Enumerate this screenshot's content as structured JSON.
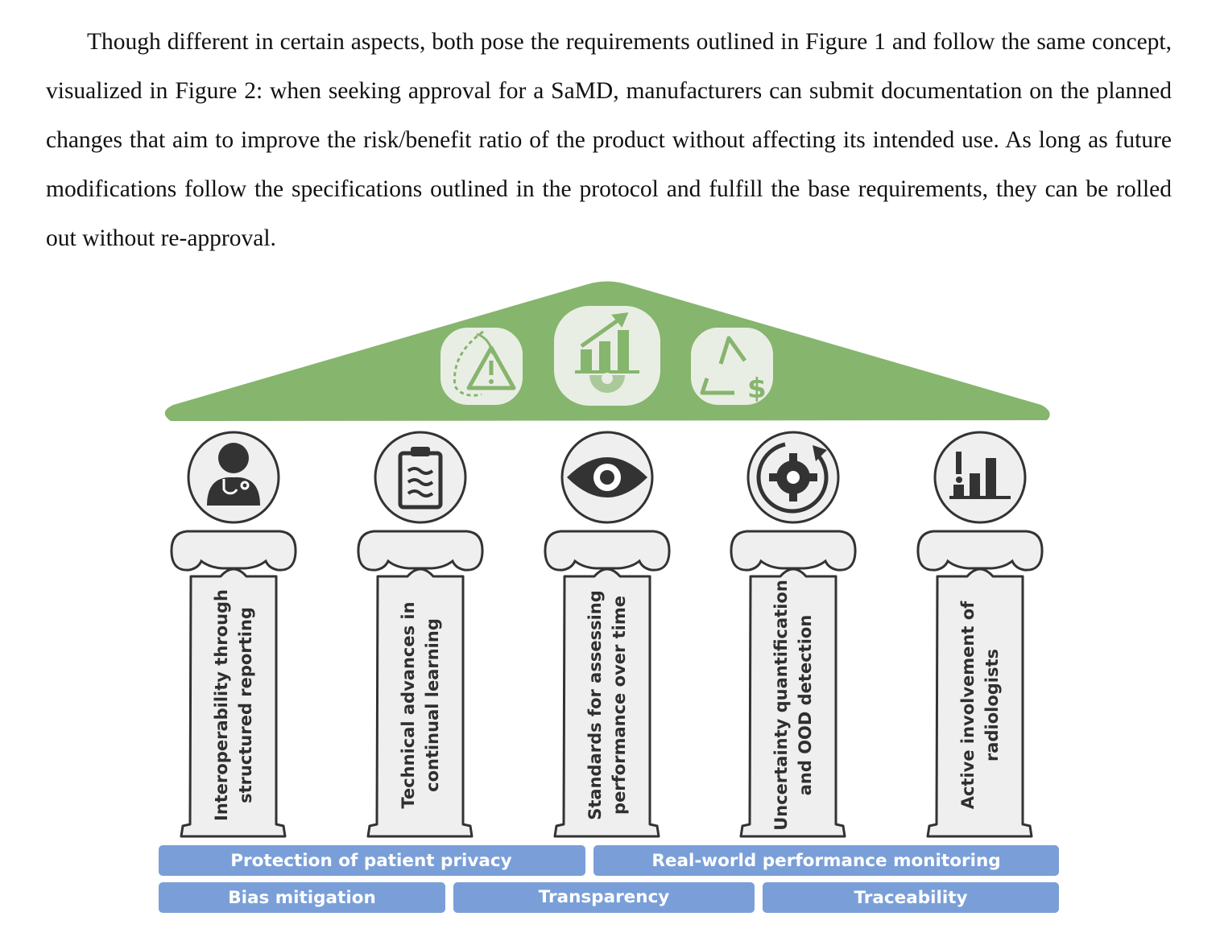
{
  "paragraph": {
    "text": "Though different in certain aspects, both pose the requirements outlined in Figure 1 and follow the same concept, visualized in Figure 2: when seeking approval for a SaMD, manufacturers can submit documentation on the planned changes that aim to improve the risk/benefit ratio of the product without affecting its intended use. As long as future modifications follow the specifications outlined in the protocol and fulfill the base requirements, they can be rolled out without re-approval."
  },
  "figure": {
    "roof_icons": [
      "risk-warning-icon",
      "performance-growth-icon",
      "cost-cycle-icon"
    ],
    "pillars": [
      {
        "line1": "Interoperability through",
        "line2": "structured reporting",
        "icon": "doctor-icon"
      },
      {
        "line1": "Technical advances in",
        "line2": "continual learning",
        "icon": "clipboard-icon"
      },
      {
        "line1": "Standards for assessing",
        "line2": "performance over time",
        "icon": "eye-icon"
      },
      {
        "line1": "Uncertainty quantification",
        "line2": "and OOD detection",
        "icon": "gear-refresh-icon"
      },
      {
        "line1": "Active involvement of",
        "line2": "radiologists",
        "icon": "alert-bar-chart-icon"
      }
    ],
    "base_row1": [
      "Protection of patient privacy",
      "Real-world performance monitoring"
    ],
    "base_row2": [
      "Bias mitigation",
      "Transparency",
      "Traceability"
    ],
    "colors": {
      "roof": "#86b56e",
      "base": "#7a9fd8",
      "pillar_fill": "#efefef",
      "outline": "#333333"
    }
  }
}
